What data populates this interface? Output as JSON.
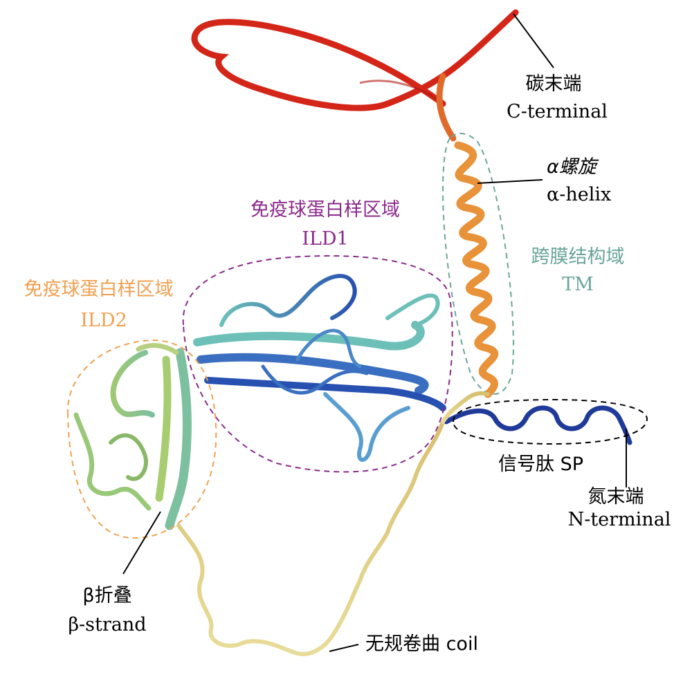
{
  "colors": {
    "c_terminal": "#d42618",
    "helix": "#e8923a",
    "tm_region": "#6aa59a",
    "ild1_region": "#8a2a8a",
    "ild2_region": "#f0a050",
    "ild1_blue": "#2850b0",
    "ild1_cyan": "#6cc0b8",
    "ild2_green": "#9fc873",
    "coil": "#e0d080",
    "signal": "#203a9a",
    "outline": "#000000"
  },
  "labels": {
    "c_terminal_cn": "碳末端",
    "c_terminal_en": "C-terminal",
    "helix_cn": "α螺旋",
    "helix_en": "α-helix",
    "tm_cn": "跨膜结构域",
    "tm_en": "TM",
    "ild1_cn": "免疫球蛋白样区域",
    "ild1_en": "ILD1",
    "ild2_cn": "免疫球蛋白样区域",
    "ild2_en": "ILD2",
    "signal_peptide": "信号肽 SP",
    "n_terminal_cn": "氮末端",
    "n_terminal_en": "N-terminal",
    "strand_cn": "β折叠",
    "strand_en": "β-strand",
    "coil": "无规卷曲 coil"
  }
}
